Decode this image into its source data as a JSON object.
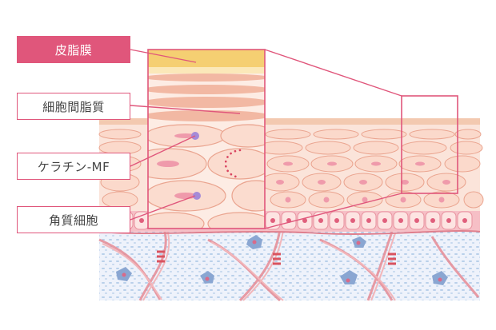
{
  "labels": {
    "sebum": "皮脂膜",
    "intercellular_lipid": "細胞間脂質",
    "keratin_mf": "ケラチン-MF",
    "corneocyte": "角質細胞"
  },
  "colors": {
    "accent": "#e0567b",
    "sebum_layer": "#f2c96a",
    "lipid_band": "#f0b9a6",
    "cell_fill": "#fbd9cb",
    "nucleus": "#e98aa0",
    "fibroblast": "#8aa6d2",
    "dermis_dots": "#bcd3ea",
    "collagen": "#e58b94"
  }
}
